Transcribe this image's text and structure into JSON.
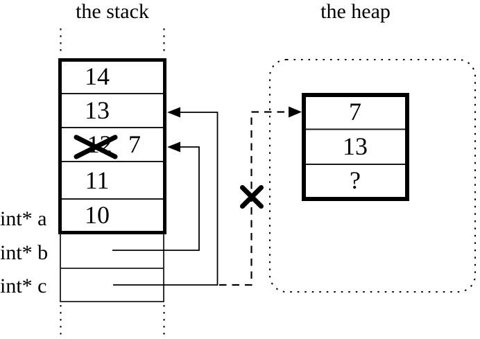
{
  "titles": {
    "stack": "the stack",
    "heap": "the heap"
  },
  "stack_frame": {
    "cells": [
      "14",
      "13",
      "12",
      "11",
      "10"
    ],
    "replacement_value": "7"
  },
  "stack_variables": [
    "int* a",
    "int* b",
    "int* c"
  ],
  "heap_block": {
    "cells": [
      "7",
      "13",
      "?"
    ]
  },
  "icons": {
    "crossed_out_value": "x-cross",
    "dangling_pointer": "x-cross",
    "pointer_arrows": "left-arrowhead",
    "heap_arrow": "right-arrowhead"
  },
  "colors": {
    "ink": "#000000",
    "paper": "#ffffff"
  }
}
